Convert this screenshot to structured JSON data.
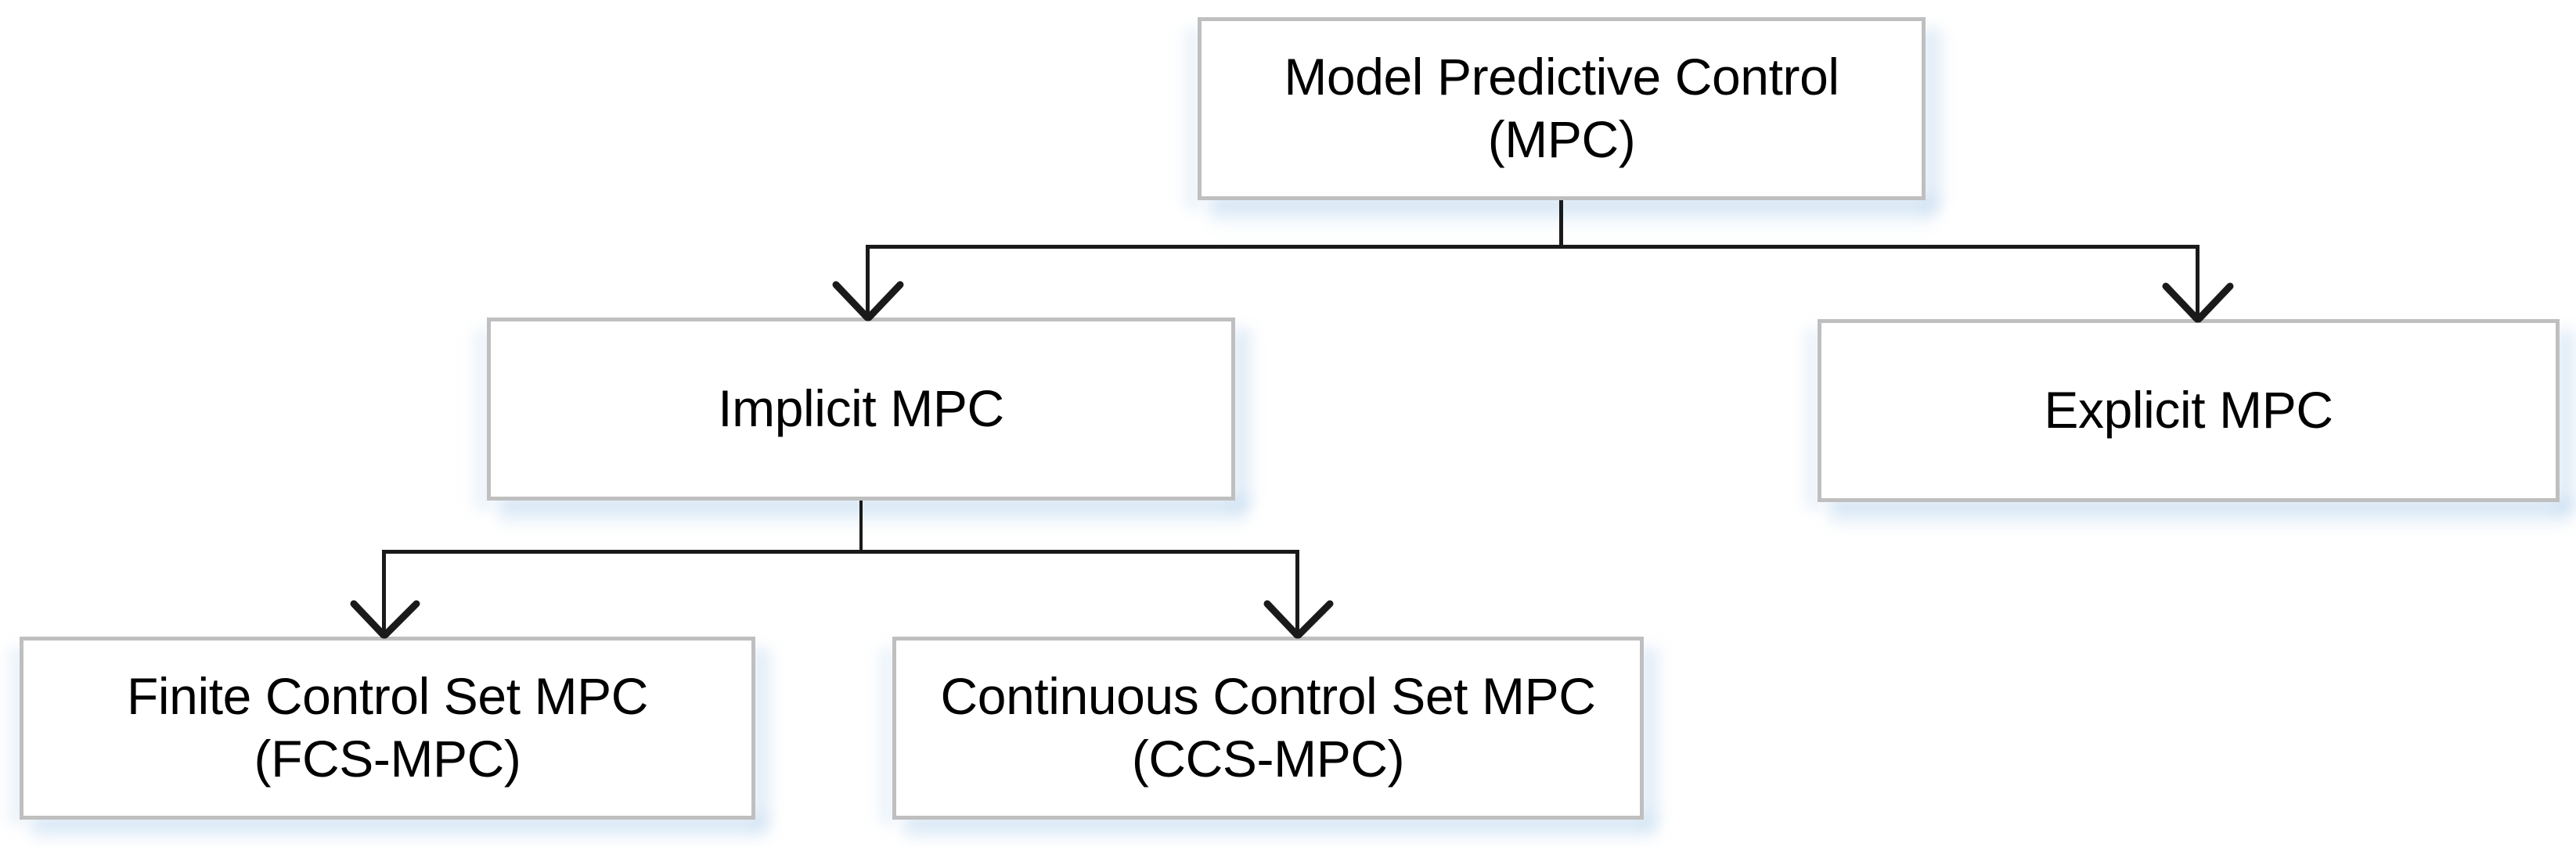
{
  "diagram": {
    "title": "Model Predictive Control classification tree",
    "type": "hierarchy-tree",
    "background_color": "#ffffff",
    "box_border_color": "#bfbfbf",
    "box_fill_color": "#ffffff",
    "connector_color": "#1a1a1a",
    "shadow_color": "#ccdff2",
    "text_color": "#000000"
  },
  "nodes": {
    "root": {
      "id": "mpc",
      "label": "Model Predictive Control\n(MPC)",
      "line1": "Model Predictive Control",
      "line2": "(MPC)",
      "level": 0
    },
    "implicit": {
      "id": "implicit-mpc",
      "label": "Implicit MPC",
      "level": 1
    },
    "explicit": {
      "id": "explicit-mpc",
      "label": "Explicit MPC",
      "level": 1
    },
    "fcs": {
      "id": "fcs-mpc",
      "label": "Finite Control Set MPC\n(FCS-MPC)",
      "line1": "Finite Control Set MPC",
      "line2": "(FCS-MPC)",
      "level": 2
    },
    "ccs": {
      "id": "ccs-mpc",
      "label": "Continuous Control Set MPC\n(CCS-MPC)",
      "line1": "Continuous Control Set MPC",
      "line2": "(CCS-MPC)",
      "level": 2
    }
  },
  "edges": [
    {
      "from": "mpc",
      "to": "implicit-mpc",
      "style": "elbow-arrow"
    },
    {
      "from": "mpc",
      "to": "explicit-mpc",
      "style": "elbow-arrow"
    },
    {
      "from": "implicit-mpc",
      "to": "fcs-mpc",
      "style": "elbow-arrow"
    },
    {
      "from": "implicit-mpc",
      "to": "ccs-mpc",
      "style": "elbow-arrow"
    }
  ]
}
